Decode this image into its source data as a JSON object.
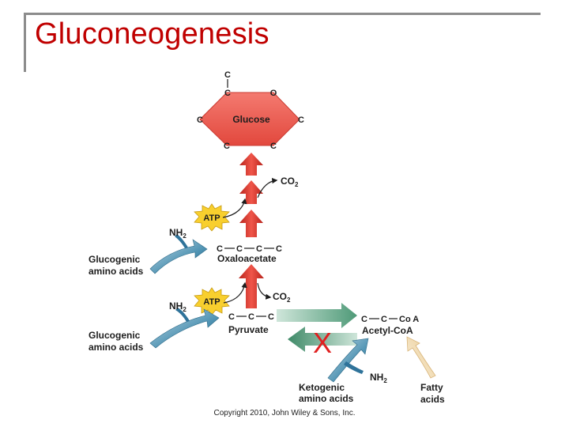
{
  "title": "Gluconeogenesis",
  "copyright": "Copyright 2010, John Wiley & Sons, Inc.",
  "diagram": {
    "glucose": {
      "label": "Glucose",
      "carbon": "C",
      "oxygen": "O"
    },
    "co2": {
      "main": "CO",
      "sub": "2"
    },
    "atp": "ATP",
    "nh2": {
      "main": "NH",
      "sub": "2"
    },
    "oxaloacetate": {
      "chain": [
        "C",
        "C",
        "C",
        "C"
      ],
      "label": "Oxaloacetate"
    },
    "pyruvate": {
      "chain": [
        "C",
        "C",
        "C"
      ],
      "label": "Pyruvate"
    },
    "acetyl_coa": {
      "chain": [
        "C",
        "C"
      ],
      "coa": "Co A",
      "label": "Acetyl-CoA"
    },
    "glucogenic_upper": [
      "Glucogenic",
      "amino acids"
    ],
    "glucogenic_lower": [
      "Glucogenic",
      "amino acids"
    ],
    "ketogenic": [
      "Ketogenic",
      "amino acids"
    ],
    "fatty": [
      "Fatty",
      "acids"
    ],
    "block_mark": "X"
  },
  "colors": {
    "title": "#c00000",
    "glucose_fill": "#f06a5e",
    "pathway_arrow": "#e8453a",
    "starburst": "#f8cf2e",
    "glucogenic_arrow": "#3e86a6",
    "acetyl_arrow": "#6fa88d",
    "fatty_arrow": "#f3deb8",
    "block_x": "#e02020"
  }
}
